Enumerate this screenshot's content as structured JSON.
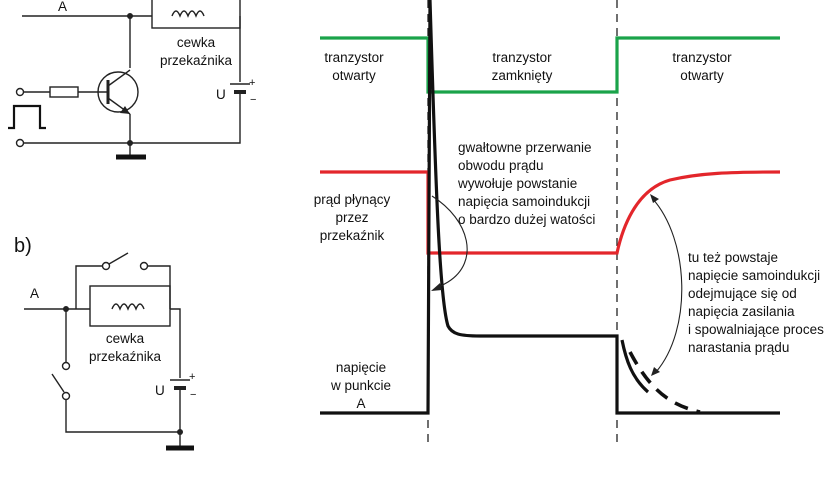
{
  "circuit_a": {
    "node_label": "A",
    "coil_label": [
      "cewka",
      "przekaźnika"
    ],
    "supply_label": "U",
    "plus_sign": "+",
    "minus_sign": "−"
  },
  "circuit_b": {
    "panel_label": "b)",
    "node_label": "A",
    "coil_label": [
      "cewka",
      "przekaźnika"
    ],
    "supply_label": "U",
    "plus_sign": "+",
    "minus_sign": "−"
  },
  "timing": {
    "state_open_left": [
      "tranzystor",
      "otwarty"
    ],
    "state_closed": [
      "tranzystor",
      "zamknięty"
    ],
    "state_open_right": [
      "tranzystor",
      "otwarty"
    ],
    "current_label": [
      "prąd płynący",
      "przez",
      "przekaźnik"
    ],
    "voltage_label": [
      "napięcie",
      "w punkcie",
      "A"
    ],
    "annotation_break": [
      "gwałtowne przerwanie",
      "obwodu prądu",
      "wywołuje powstanie",
      "napięcia samoindukcji",
      "o bardzo dużej watości"
    ],
    "annotation_recovery": [
      "tu też powstaje",
      "napięcie samoindukcji",
      "odejmujące się od",
      "napięcia zasilania",
      "i spowalniające proces",
      "narastania prądu"
    ]
  },
  "colors": {
    "transistor_state": "#1aa34a",
    "current": "#e3262b",
    "voltage": "#111111",
    "wire": "#222222"
  }
}
